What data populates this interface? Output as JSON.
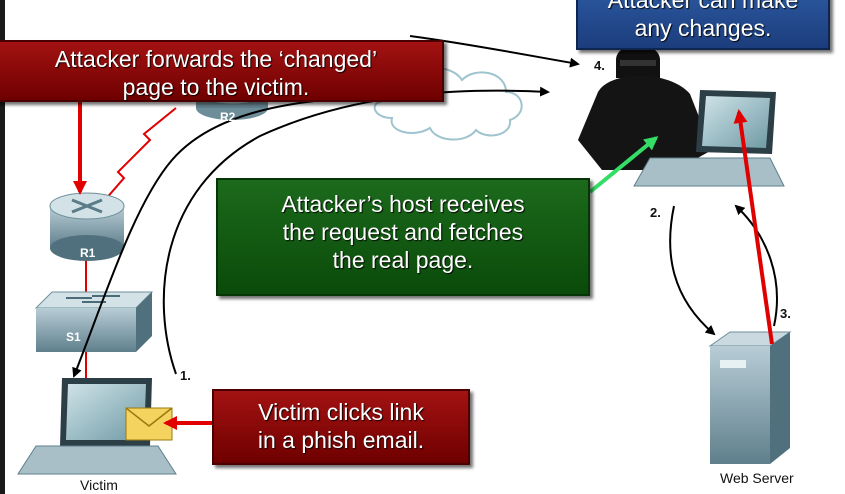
{
  "callouts": {
    "top_right": [
      "Attacker can make",
      "any changes."
    ],
    "forwards": [
      "Attacker forwards the ‘changed’",
      "page to the victim."
    ],
    "receives": [
      "Attacker’s host receives",
      "the request and fetches",
      "the real page."
    ],
    "victim_clicks": [
      "Victim clicks link",
      "in a phish email."
    ]
  },
  "devices": {
    "router": "R1",
    "switch": "S1",
    "router2": "R2",
    "victim": "Victim",
    "server": "Web Server"
  },
  "steps": [
    "1.",
    "2.",
    "3.",
    "4."
  ],
  "icons": [
    "router-icon",
    "switch-icon",
    "laptop-icon",
    "email-icon",
    "cloud-icon",
    "attacker-icon",
    "server-icon"
  ],
  "colors": {
    "callout_red": "#8b0000",
    "callout_green": "#1a5e1a",
    "callout_blue": "#2a5298",
    "arrow_red": "#e00000",
    "arrow_green": "#33dd66"
  }
}
